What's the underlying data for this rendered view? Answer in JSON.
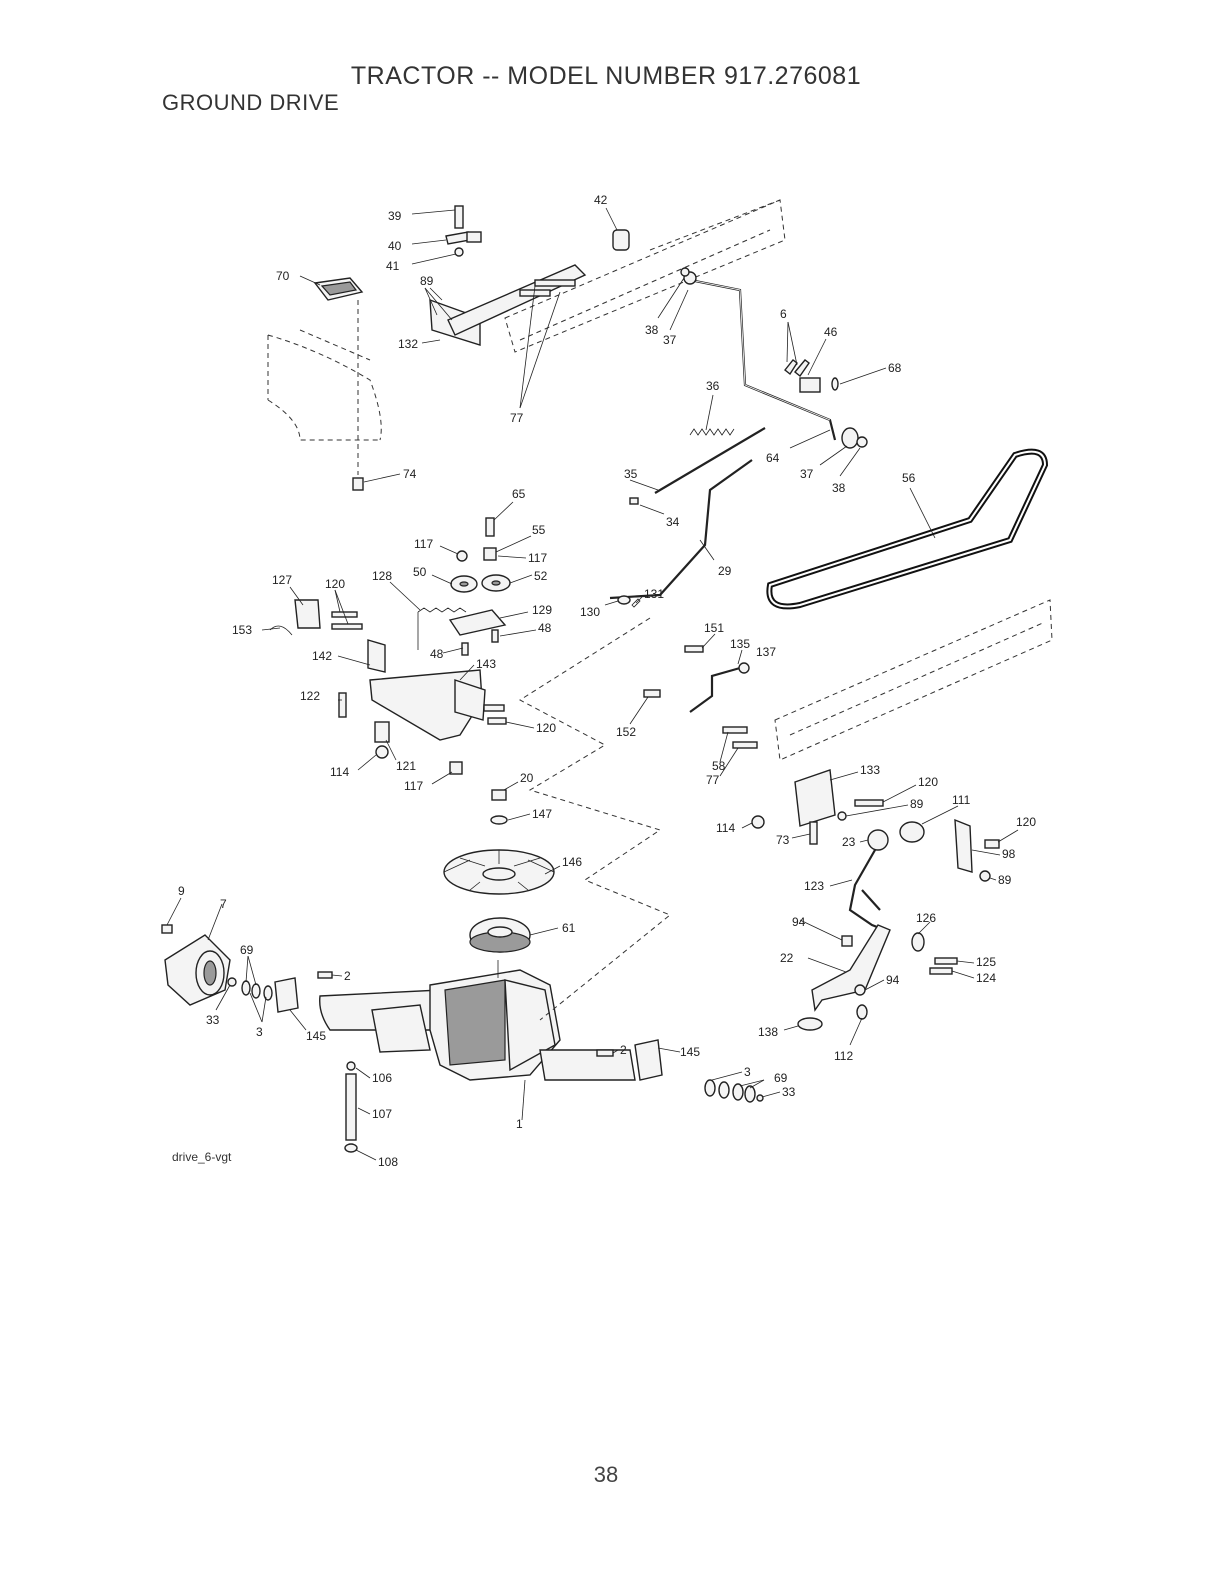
{
  "header": {
    "title": "TRACTOR -- MODEL NUMBER 917.276081",
    "subtitle": "GROUND DRIVE"
  },
  "diagram_id": "drive_6-vgt",
  "page_number": "38",
  "callouts": {
    "p39": "39",
    "p40": "40",
    "p41": "41",
    "p42": "42",
    "p70": "70",
    "p89a": "89",
    "p132": "132",
    "p77a": "77",
    "p38a": "38",
    "p37a": "37",
    "p6": "6",
    "p46": "46",
    "p68": "68",
    "p36": "36",
    "p64": "64",
    "p37b": "37",
    "p38b": "38",
    "p56": "56",
    "p74": "74",
    "p35": "35",
    "p34": "34",
    "p65": "65",
    "p55": "55",
    "p117a": "117",
    "p117b": "117",
    "p50": "50",
    "p52": "52",
    "p29": "29",
    "p131": "131",
    "p130": "130",
    "p127": "127",
    "p120a": "120",
    "p128": "128",
    "p129": "129",
    "p48a": "48",
    "p48b": "48",
    "p153": "153",
    "p142": "142",
    "p143": "143",
    "p151": "151",
    "p135": "135",
    "p137": "137",
    "p122": "122",
    "p120b": "120",
    "p152": "152",
    "p114a": "114",
    "p121": "121",
    "p117c": "117",
    "p20": "20",
    "p147": "147",
    "p58": "58",
    "p77b": "77",
    "p133": "133",
    "p120c": "120",
    "p89b": "89",
    "p111": "111",
    "p114b": "114",
    "p73": "73",
    "p23": "23",
    "p120d": "120",
    "p98": "98",
    "p146": "146",
    "p89c": "89",
    "p123": "123",
    "p9": "9",
    "p7": "7",
    "p69a": "69",
    "p61": "61",
    "p94a": "94",
    "p126": "126",
    "p22": "22",
    "p125": "125",
    "p124": "124",
    "p94b": "94",
    "p2a": "2",
    "p33a": "33",
    "p3a": "3",
    "p145a": "145",
    "p138": "138",
    "p112": "112",
    "p2b": "2",
    "p145b": "145",
    "p3b": "3",
    "p69b": "69",
    "p33b": "33",
    "p106": "106",
    "p107": "107",
    "p1": "1",
    "p108": "108"
  }
}
